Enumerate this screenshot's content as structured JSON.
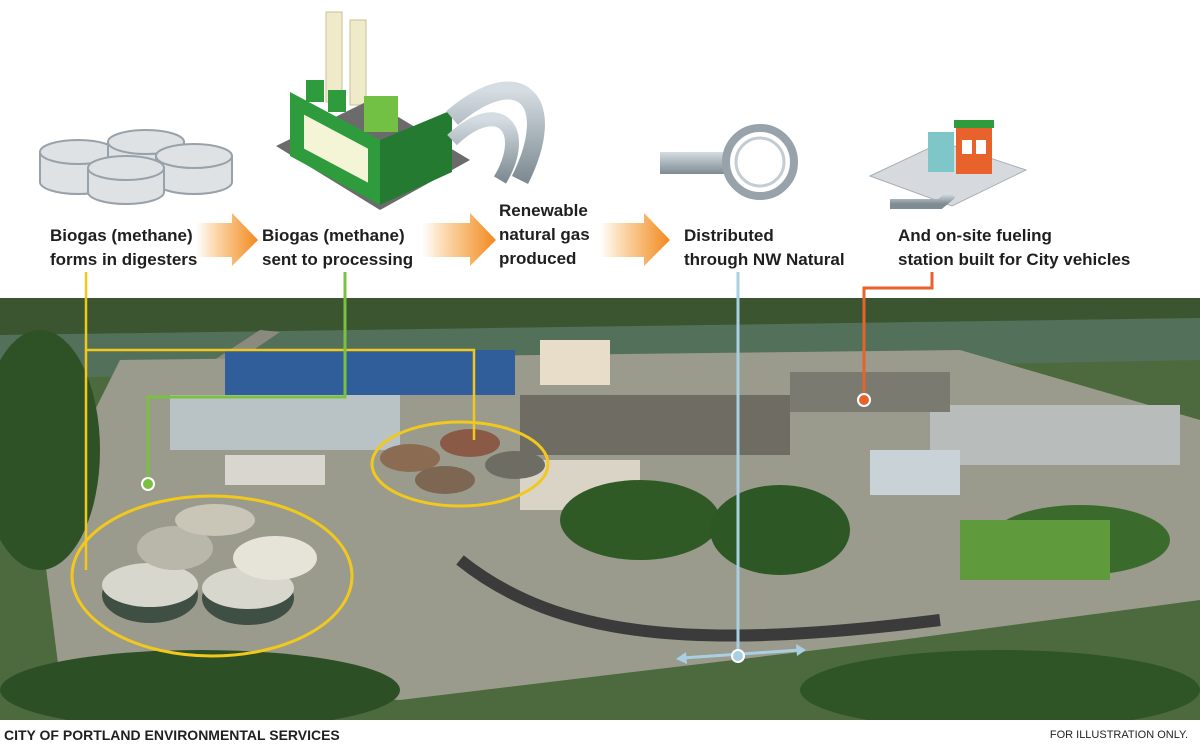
{
  "steps": [
    {
      "line1": "Biogas (methane)",
      "line2": "forms in digesters",
      "icon": "digester-tanks-icon"
    },
    {
      "line1": "Biogas (methane)",
      "line2": "sent to processing",
      "icon": "processing-plant-icon"
    },
    {
      "line1": "Renewable",
      "line2": "natural gas",
      "line3": "produced",
      "icon": "pipe-arrow-icon"
    },
    {
      "line1": "Distributed",
      "line2": "through NW Natural",
      "icon": "pipeline-icon"
    },
    {
      "line1": "And on-site fueling",
      "line2": "station built for City vehicles",
      "icon": "fueling-station-icon"
    }
  ],
  "footer": {
    "credit": "CITY OF PORTLAND ENVIRONMENTAL SERVICES",
    "disclaimer": "FOR ILLUSTRATION ONLY."
  },
  "colors": {
    "digesters": "#f2c81c",
    "processing": "#7ac142",
    "pipeline": "#a9cfe2",
    "fueling": "#e8622c",
    "arrow": "#f18a1f",
    "plant_green": "#2e9b3d",
    "pipe_gray": "#a8b3ba"
  }
}
